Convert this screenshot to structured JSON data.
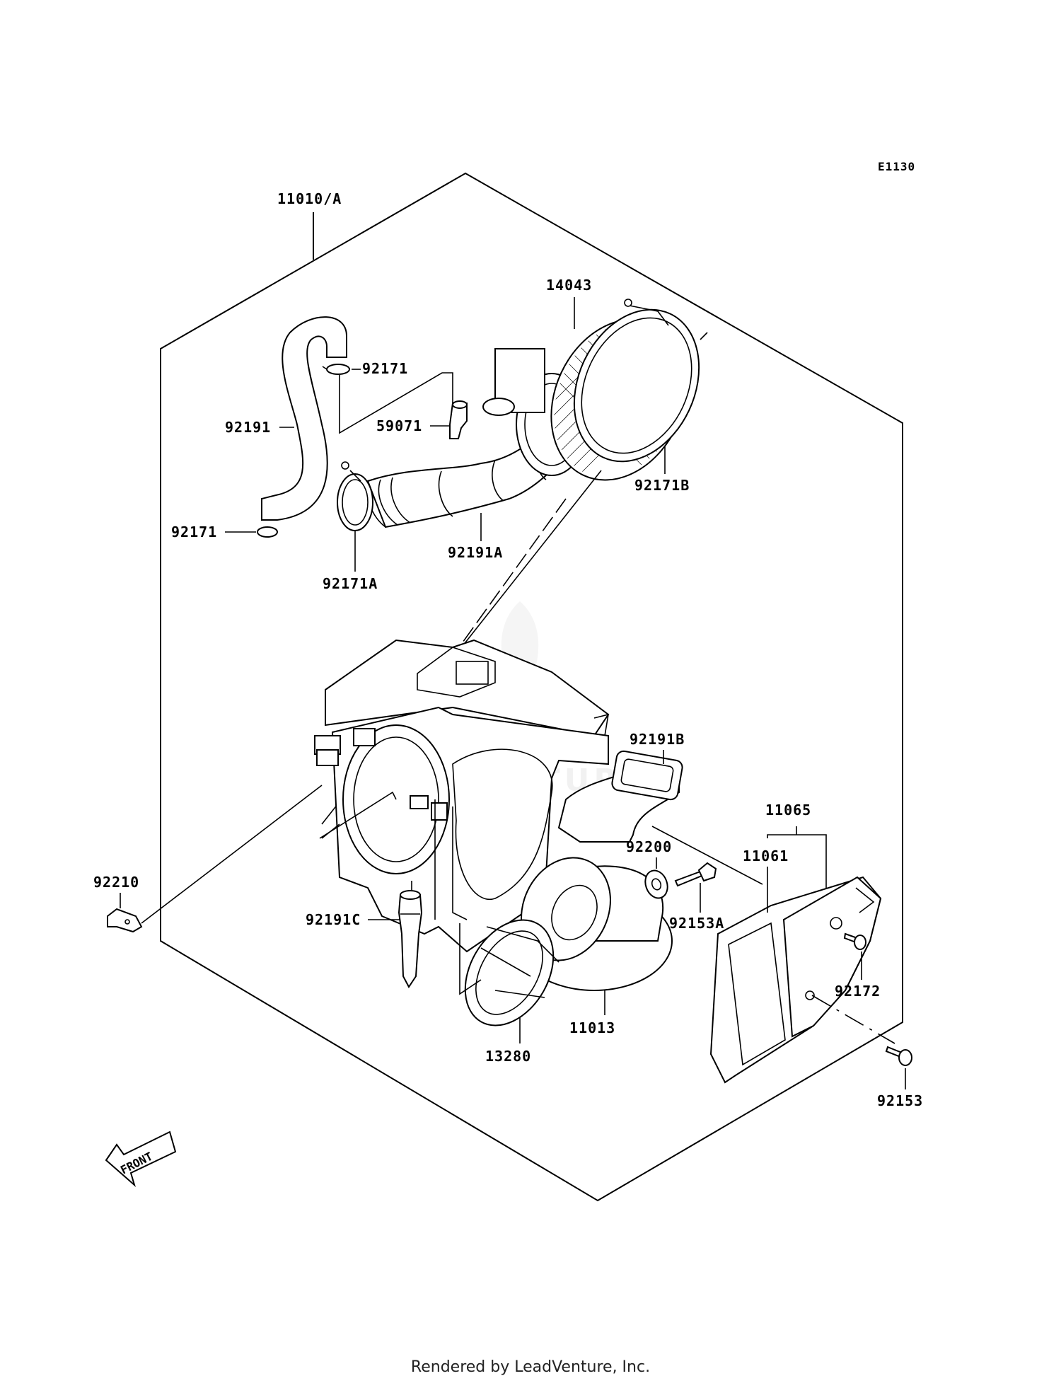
{
  "diagram": {
    "code": "E1130",
    "assembly_label": "11010/A",
    "front_label": "FRONT",
    "watermark": "LEADVENTURE",
    "footer": "Rendered by LeadVenture, Inc."
  },
  "labels": {
    "p14043": "14043",
    "p92171_top": "92171",
    "p59071": "59071",
    "p92191": "92191",
    "p92171B": "92171B",
    "p92171_bottom": "92171",
    "p92191A": "92191A",
    "p92171A": "92171A",
    "p92191B": "92191B",
    "p11065": "11065",
    "p92200": "92200",
    "p11061": "11061",
    "p92153A": "92153A",
    "p92210": "92210",
    "p92172": "92172",
    "p92191C": "92191C",
    "p11013": "11013",
    "p13280": "13280",
    "p92153": "92153"
  }
}
